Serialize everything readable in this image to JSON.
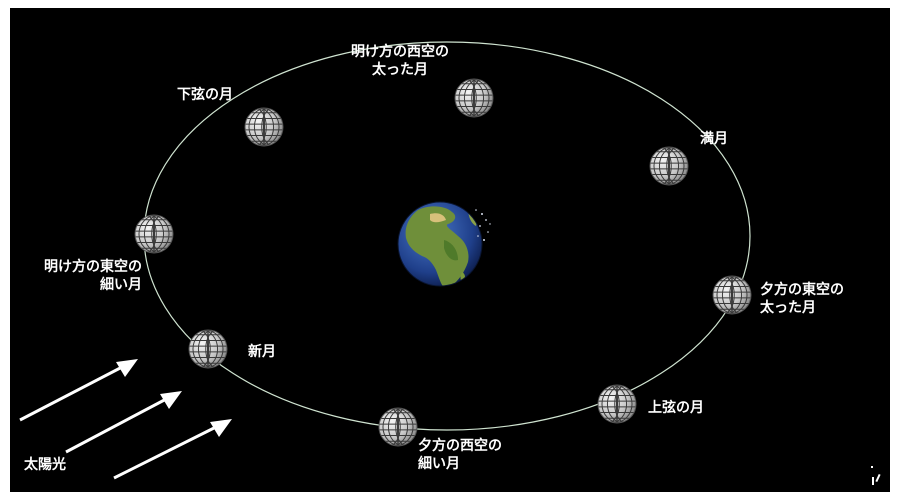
{
  "diagram": {
    "sunlight_label": "太陽光",
    "colors": {
      "background": "#000000",
      "orbit": "#cfe3d0",
      "text": "#ffffff",
      "arrow": "#ffffff"
    },
    "moon_phases": [
      {
        "id": "new",
        "label": "新月"
      },
      {
        "id": "waxing-crescent",
        "label": "夕方の西空の\n細い月"
      },
      {
        "id": "first-quarter",
        "label": "上弦の月"
      },
      {
        "id": "waxing-gibbous",
        "label": "夕方の東空の\n太った月"
      },
      {
        "id": "full",
        "label": "満月"
      },
      {
        "id": "waning-gibbous",
        "label": "明け方の西空の\n太った月"
      },
      {
        "id": "last-quarter",
        "label": "下弦の月"
      },
      {
        "id": "waning-crescent",
        "label": "明け方の東空の\n細い月"
      }
    ]
  }
}
